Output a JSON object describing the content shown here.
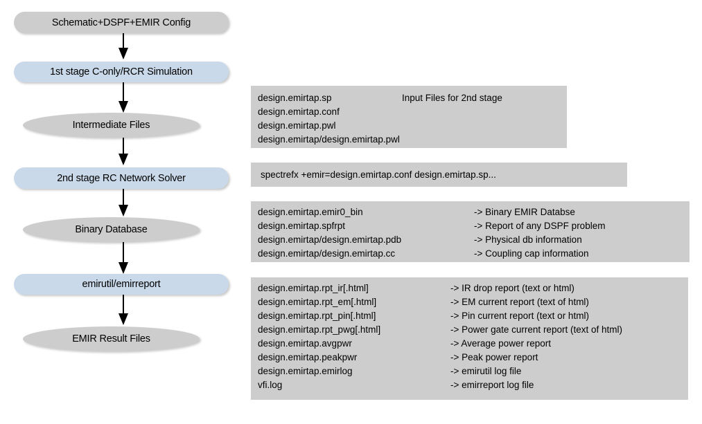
{
  "flow": {
    "nodes": [
      {
        "id": "schematic-config",
        "label": "Schematic+DSPF+EMIR Config",
        "shape": "pill",
        "color": "gray"
      },
      {
        "id": "first-stage-sim",
        "label": "1st stage C-only/RCR Simulation",
        "shape": "pill",
        "color": "blue"
      },
      {
        "id": "intermediate-files",
        "label": "Intermediate Files",
        "shape": "ellipse",
        "color": "gray"
      },
      {
        "id": "second-stage-rc",
        "label": "2nd stage RC Network Solver",
        "shape": "pill",
        "color": "blue"
      },
      {
        "id": "binary-database",
        "label": "Binary Database",
        "shape": "ellipse",
        "color": "gray"
      },
      {
        "id": "emirutil-report",
        "label": "emirutil/emirreport",
        "shape": "pill",
        "color": "blue"
      },
      {
        "id": "emir-result-files",
        "label": "EMIR Result Files",
        "shape": "ellipse",
        "color": "gray"
      }
    ],
    "arrow_count": 6
  },
  "panels": {
    "inputs": {
      "note": "Input Files for 2nd stage",
      "files": [
        "design.emirtap.sp",
        "design.emirtap.conf",
        "design.emirtap.pwl",
        "design.emirtap/design.emirtap.pwl"
      ]
    },
    "command": {
      "text": "spectrefx +emir=design.emirtap.conf design.emirtap.sp..."
    },
    "binary": {
      "rows": [
        {
          "file": "design.emirtap.emir0_bin",
          "desc": "-> Binary EMIR Databse"
        },
        {
          "file": "design.emirtap.spfrpt",
          "desc": "-> Report of any DSPF problem"
        },
        {
          "file": "design.emirtap/design.emirtap.pdb",
          "desc": "-> Physical db information"
        },
        {
          "file": "design.emirtap/design.emirtap.cc",
          "desc": "-> Coupling cap information"
        }
      ]
    },
    "results": {
      "rows": [
        {
          "file": "design.emirtap.rpt_ir[.html]",
          "desc": "-> IR drop report (text or html)"
        },
        {
          "file": "design.emirtap.rpt_em[.html]",
          "desc": "-> EM current report (text of html)"
        },
        {
          "file": "design.emirtap.rpt_pin[.html]",
          "desc": "-> Pin current report (text or html)"
        },
        {
          "file": "design.emirtap.rpt_pwg[.html]",
          "desc": "-> Power gate current report (text of html)"
        },
        {
          "file": "design.emirtap.avgpwr",
          "desc": "-> Average power report"
        },
        {
          "file": "design.emirtap.peakpwr",
          "desc": "-> Peak power report"
        },
        {
          "file": "design.emirtap.emirlog",
          "desc": "-> emirutil log file"
        },
        {
          "file": "vfi.log",
          "desc": "-> emirreport log file"
        }
      ]
    }
  },
  "colors": {
    "panel_gray": "#cdcdcd",
    "node_gray": "#cdcdcd",
    "node_blue": "#c9d9e9",
    "arrow": "#000000",
    "background": "#ffffff"
  }
}
